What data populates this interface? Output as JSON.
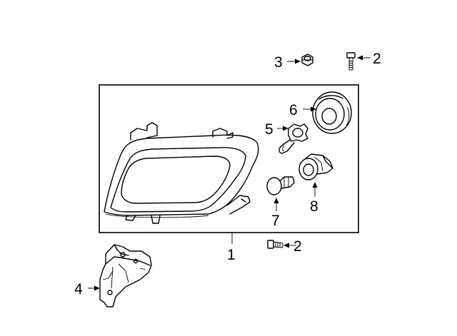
{
  "diagram": {
    "type": "exploded-parts-diagram",
    "callouts": {
      "headlamp_assembly": "1",
      "bolt_top": "2",
      "bolt_bottom": "2",
      "nut": "3",
      "bracket": "4",
      "headlamp_bulb": "5",
      "bulb_cover_cap": "6",
      "turn_signal_bulb": "7",
      "bulb_socket": "8"
    },
    "parts": [
      {
        "id": "1",
        "name-icon": "headlamp-assembly-icon"
      },
      {
        "id": "2",
        "name-icon": "bolt-icon"
      },
      {
        "id": "3",
        "name-icon": "nut-icon"
      },
      {
        "id": "4",
        "name-icon": "bracket-icon"
      },
      {
        "id": "5",
        "name-icon": "headlamp-bulb-icon"
      },
      {
        "id": "6",
        "name-icon": "bulb-cover-cap-icon"
      },
      {
        "id": "7",
        "name-icon": "turn-signal-bulb-icon"
      },
      {
        "id": "8",
        "name-icon": "bulb-socket-icon"
      }
    ],
    "colors": {
      "line": "#000000",
      "background": "#ffffff"
    }
  }
}
